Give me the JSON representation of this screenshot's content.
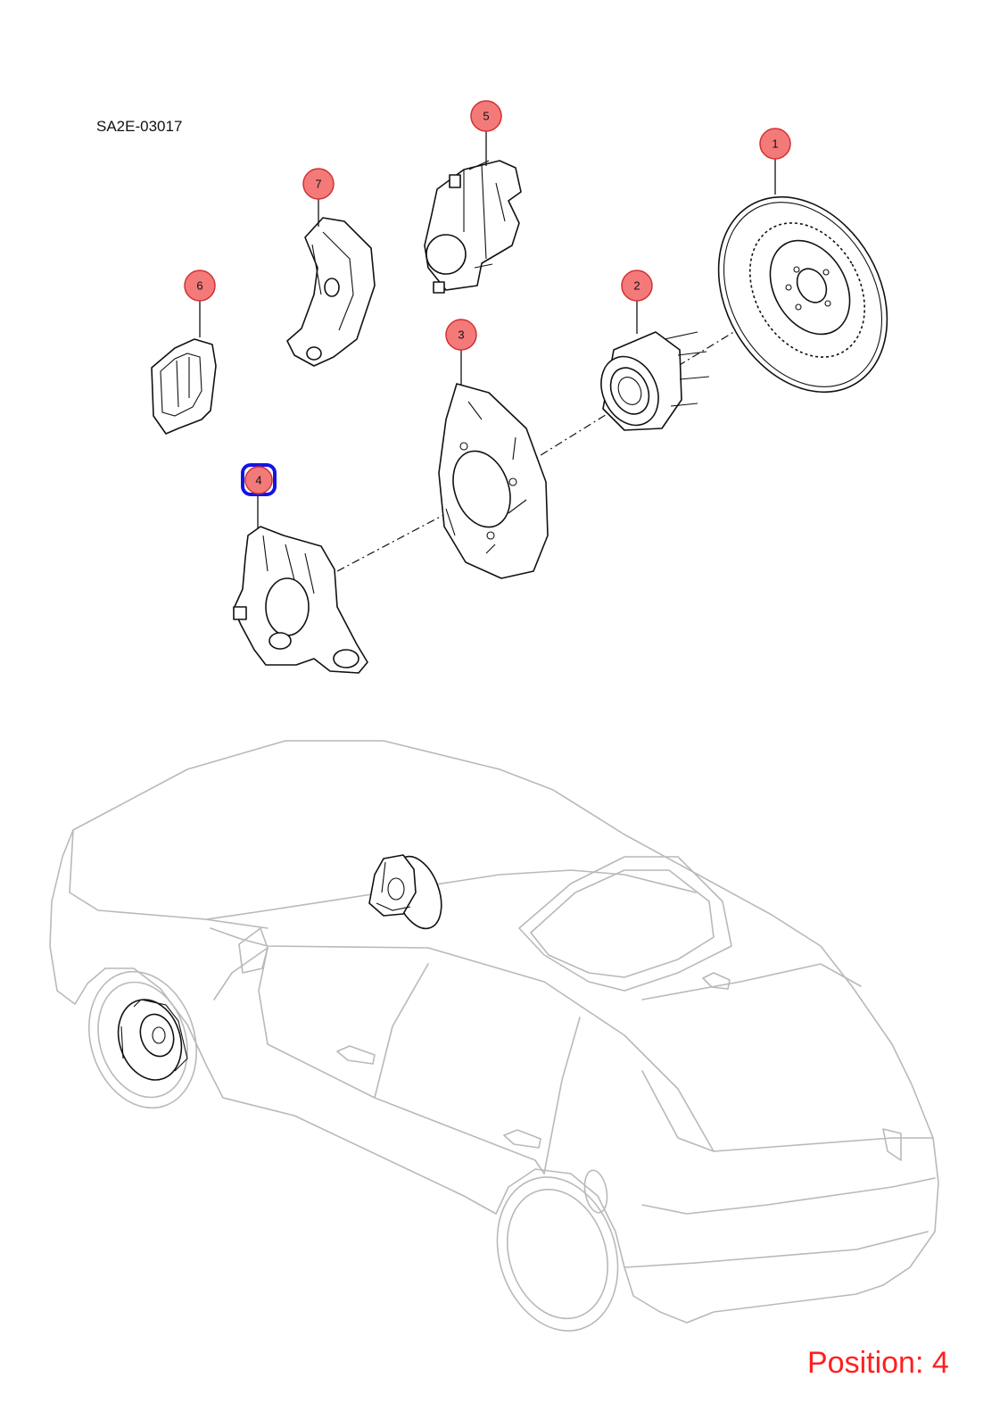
{
  "diagram_code": "SA2E-03017",
  "position_label": "Position: 4",
  "selected_callout": "4",
  "colors": {
    "callout_fill": "#f47a7a",
    "callout_stroke": "#d23030",
    "selected_stroke": "#1414e6",
    "position_text": "#ff1f1f"
  },
  "callouts": [
    {
      "id": "c1",
      "label": "1",
      "part": "brake-disc"
    },
    {
      "id": "c2",
      "label": "2",
      "part": "wheel-hub-bearing"
    },
    {
      "id": "c3",
      "label": "3",
      "part": "brake-dust-shield"
    },
    {
      "id": "c4",
      "label": "4",
      "part": "steering-knuckle"
    },
    {
      "id": "c5",
      "label": "5",
      "part": "brake-caliper"
    },
    {
      "id": "c6",
      "label": "6",
      "part": "brake-pad"
    },
    {
      "id": "c7",
      "label": "7",
      "part": "caliper-bracket"
    }
  ]
}
